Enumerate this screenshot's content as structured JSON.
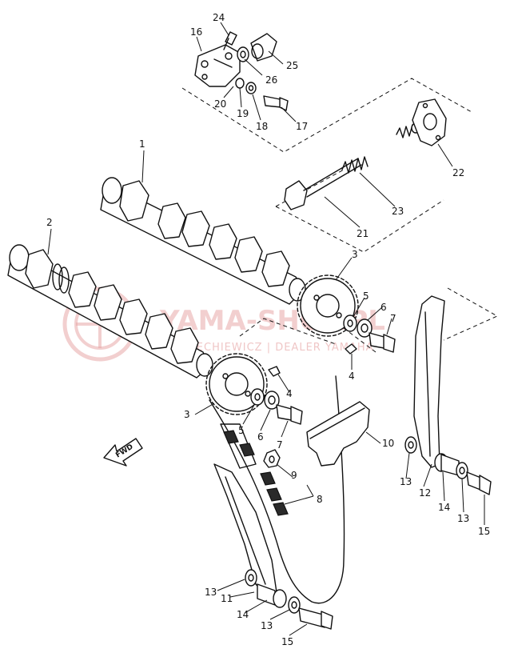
{
  "watermark": {
    "title": "YAMA-SHOP.PL",
    "subtitle": "TIECHIEWICZ | DEALER YAMAHA",
    "color": "#e8a8a8"
  },
  "fwd_label": "FWD",
  "callouts": [
    "1",
    "2",
    "3",
    "3",
    "4",
    "4",
    "5",
    "5",
    "6",
    "6",
    "7",
    "7",
    "8",
    "9",
    "10",
    "11",
    "12",
    "13",
    "13",
    "13",
    "13",
    "14",
    "14",
    "15",
    "15",
    "16",
    "17",
    "18",
    "19",
    "20",
    "21",
    "22",
    "23",
    "24",
    "25",
    "26"
  ]
}
